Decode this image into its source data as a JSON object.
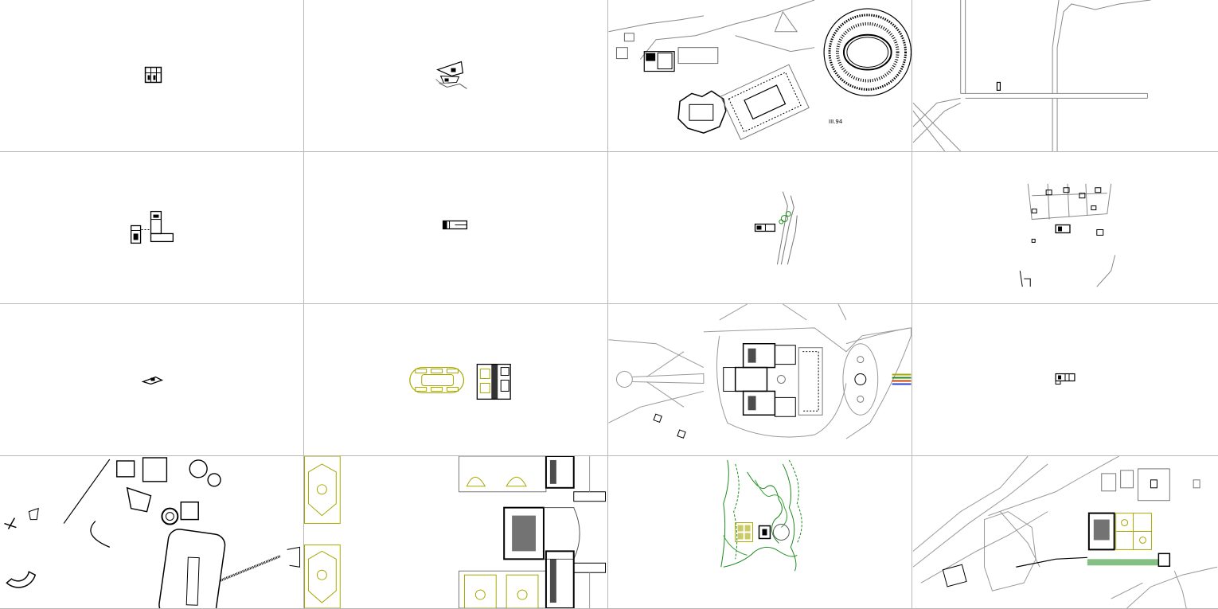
{
  "grid": {
    "rows": 4,
    "columns": 4,
    "cell_count": 16
  },
  "colors": {
    "line": "#000000",
    "divider": "#b9b9b9",
    "garden": "#a8a800",
    "vegetation": "#1f8a1f",
    "light_line": "#9a9a9a"
  },
  "cells": [
    {
      "icon": "small-floor-plan-icon"
    },
    {
      "icon": "small-site-plan-icon"
    },
    {
      "icon": "amphitheater-site-plan-icon",
      "label": "III.94"
    },
    {
      "icon": "street-grid-plan-icon"
    },
    {
      "icon": "l-shaped-building-plan-icon"
    },
    {
      "icon": "small-building-plan-icon"
    },
    {
      "icon": "road-and-building-plan-icon"
    },
    {
      "icon": "urban-block-plan-icon"
    },
    {
      "icon": "tiny-building-plan-icon"
    },
    {
      "icon": "garden-and-palace-plan-icon"
    },
    {
      "icon": "palace-park-plan-icon"
    },
    {
      "icon": "small-block-plan-icon"
    },
    {
      "icon": "ruins-site-plan-icon"
    },
    {
      "icon": "palace-garden-detail-plan-icon"
    },
    {
      "icon": "terrain-contour-plan-icon"
    },
    {
      "icon": "urban-site-plan-icon"
    }
  ]
}
